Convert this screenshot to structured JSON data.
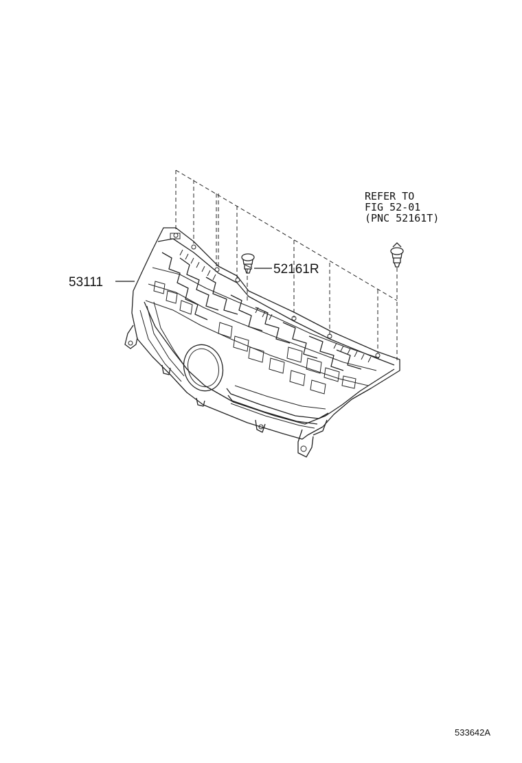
{
  "parts": {
    "grille": {
      "number": "53111"
    },
    "clip": {
      "number": "52161R"
    }
  },
  "reference_note": {
    "line1": "REFER TO",
    "line2": "FIG 52-01",
    "line3": "(PNC 52161T)"
  },
  "illustration_code": "533642A"
}
